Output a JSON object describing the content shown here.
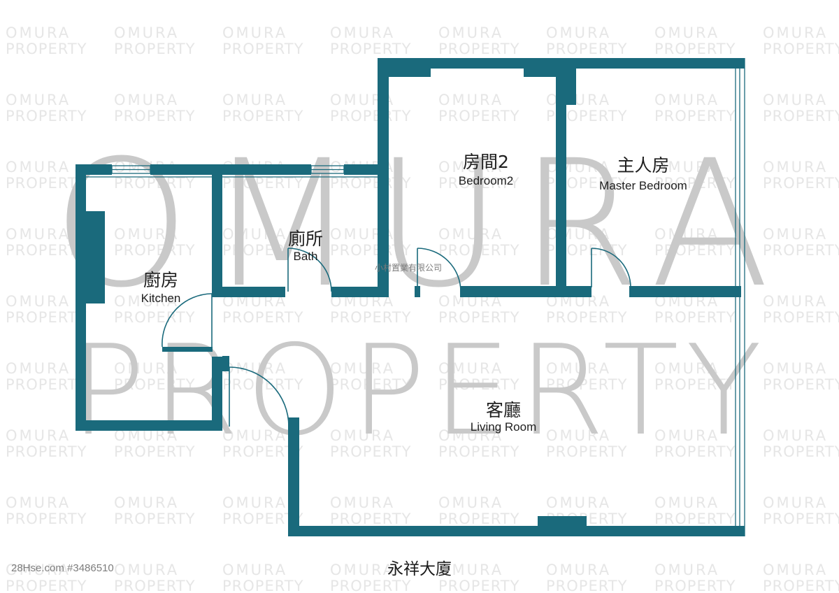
{
  "watermark": {
    "tile_line1": "OMURA",
    "tile_line2": "PROPERTY",
    "big_line1": "OMURA",
    "big_line2": "PROPERTY",
    "color": "#c9c9c9"
  },
  "floorplan": {
    "wall_color": "#1a6a7c",
    "rooms": {
      "bedroom2": {
        "cn": "房間2",
        "en": "Bedroom2"
      },
      "master": {
        "cn": "主人房",
        "en": "Master Bedroom"
      },
      "bath": {
        "cn": "廁所",
        "en": "Bath"
      },
      "kitchen": {
        "cn": "廚房",
        "en": "Kitchen"
      },
      "living": {
        "cn": "客廳",
        "en": "Living Room"
      }
    }
  },
  "company_text": "小村置業有限公司",
  "building_name": "永祥大廈",
  "listing_id": "28Hse.com #3486510"
}
